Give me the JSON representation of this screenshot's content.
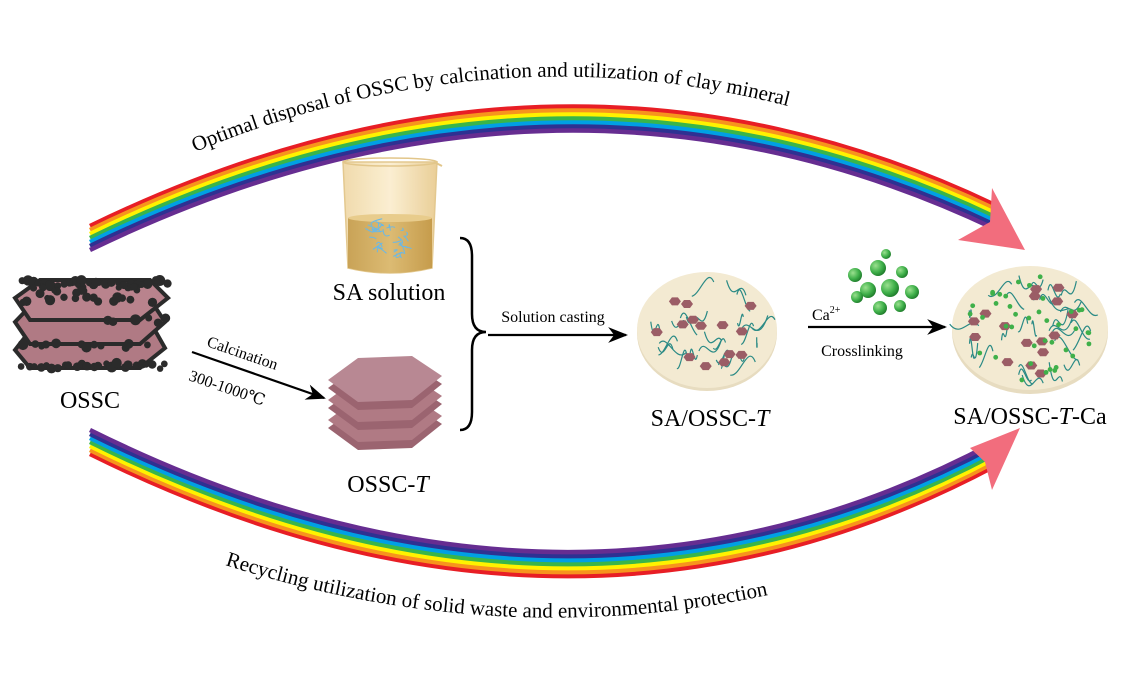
{
  "diagram": {
    "top_arc_text": "Optimal disposal of OSSC by calcination and utilization of clay mineral",
    "bottom_arc_text": "Recycling utilization of solid waste and environmental protection",
    "nodes": {
      "ossc": "OSSC",
      "sa_solution": "SA solution",
      "ossc_t_prefix": "OSSC-",
      "ossc_t_var": "T",
      "sa_ossc_t_prefix": "SA/OSSC-",
      "sa_ossc_t_var": "T",
      "final_prefix": "SA/OSSC-",
      "final_var": "T",
      "final_suffix": "-Ca"
    },
    "arrows": {
      "calcination_label": "Calcination",
      "calcination_temp": "300-1000℃",
      "casting_label": "Solution casting",
      "ca_label": "Ca",
      "ca_charge": "2+",
      "crosslink_label": "Crosslinking"
    },
    "colors": {
      "rainbow": [
        "#e81e25",
        "#f7941d",
        "#fff200",
        "#39b54a",
        "#00a0e4",
        "#2e3192",
        "#662d91"
      ],
      "arrowhead": "#f26d7d",
      "clay": "#b07a84",
      "shale": "#2b2b2b",
      "disc": "#f3ead2",
      "fiber": "#2a8a85",
      "calcium": "#3fb04a"
    }
  }
}
